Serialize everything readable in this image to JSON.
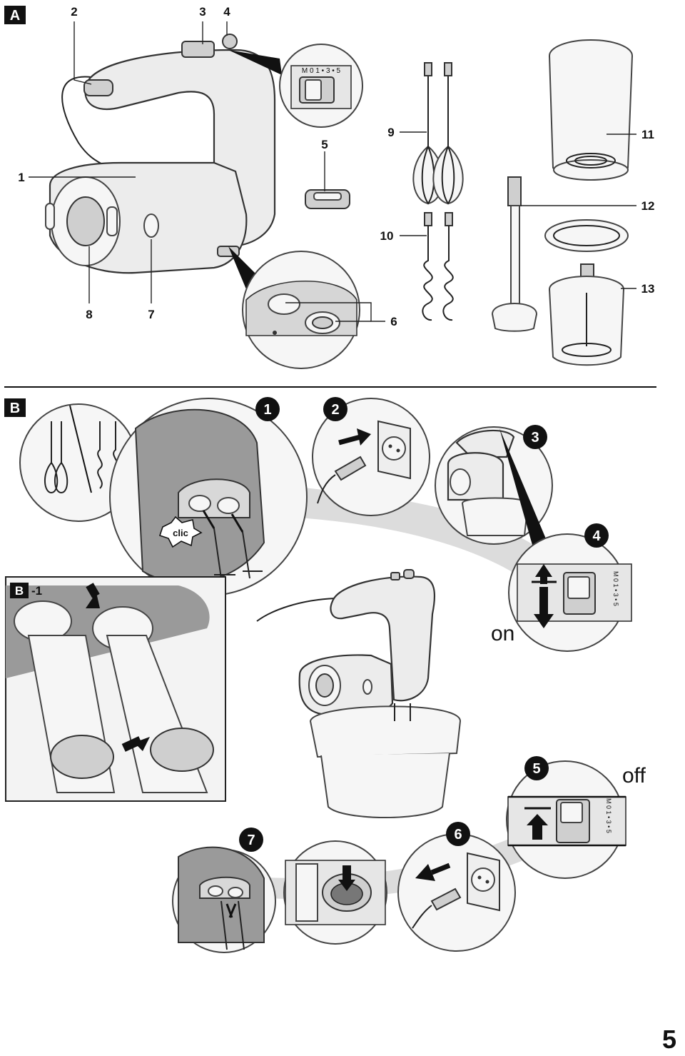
{
  "section_a": {
    "badge": "A"
  },
  "section_b": {
    "badge": "B",
    "inset_badge": "B-1"
  },
  "part_numbers": [
    "1",
    "2",
    "3",
    "4",
    "5",
    "6",
    "7",
    "8",
    "9",
    "10",
    "11",
    "12",
    "13"
  ],
  "switch_scale": "M 0 1 • 3 • 5",
  "step_numbers": [
    "1",
    "2",
    "3",
    "4",
    "5",
    "6",
    "7"
  ],
  "labels": {
    "clic": "clic",
    "on": "on",
    "off": "off"
  },
  "page_number": "5"
}
